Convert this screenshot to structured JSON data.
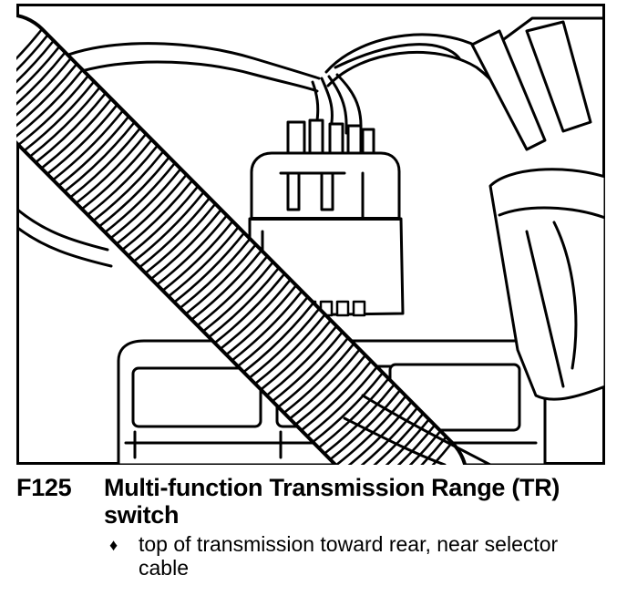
{
  "figure": {
    "id": "F125",
    "title": "Multi-function Transmission Range (TR) switch",
    "bullet_icon": "diamond-bullet-icon",
    "bullet_symbol": "♦",
    "note": "top of transmission toward rear, near selector cable"
  },
  "colors": {
    "ink": "#000000",
    "paper": "#ffffff"
  }
}
